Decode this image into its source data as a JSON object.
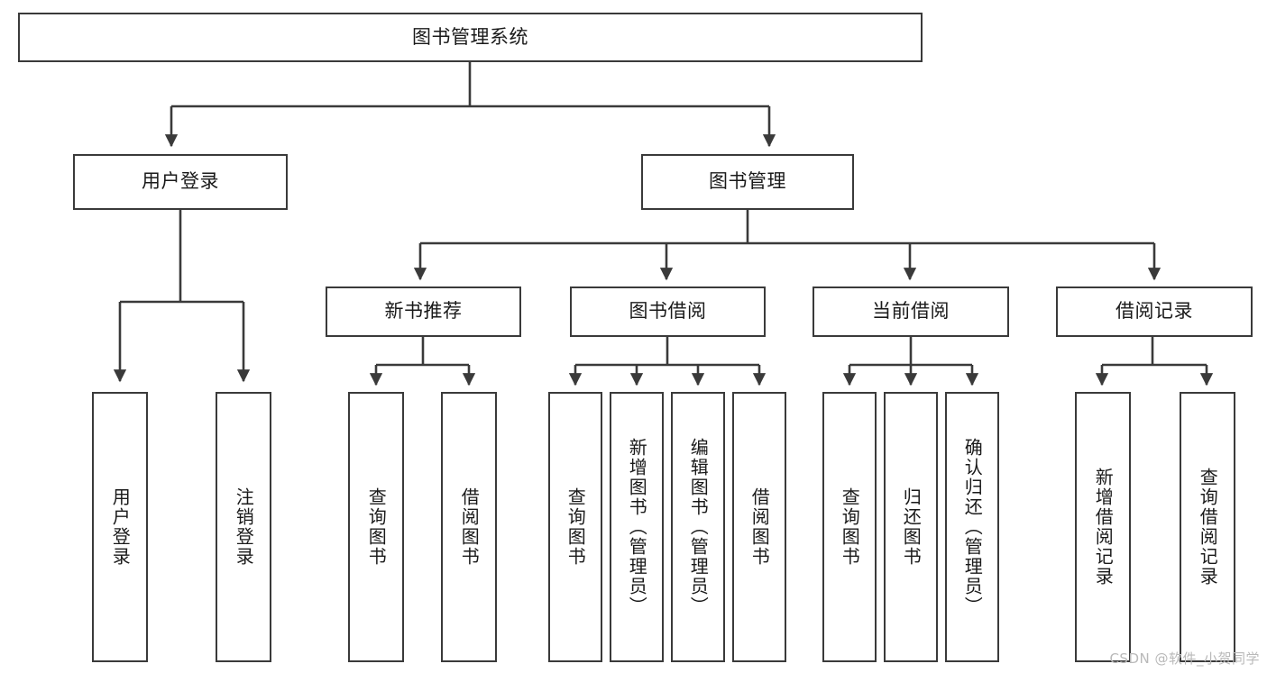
{
  "diagram": {
    "title": "图书管理系统",
    "type": "hierarchy-tree",
    "stroke_color": "#3a3a3a",
    "text_color": "#1a1a1a",
    "background_color": "#ffffff"
  },
  "nodes": {
    "root": {
      "label": "图书管理系统",
      "orientation": "horizontal"
    },
    "level2": [
      {
        "label": "用户登录",
        "orientation": "horizontal"
      },
      {
        "label": "图书管理",
        "orientation": "horizontal"
      }
    ],
    "level3": [
      {
        "label": "新书推荐",
        "orientation": "horizontal"
      },
      {
        "label": "图书借阅",
        "orientation": "horizontal"
      },
      {
        "label": "当前借阅",
        "orientation": "horizontal"
      },
      {
        "label": "借阅记录",
        "orientation": "horizontal"
      }
    ],
    "leaves_user_login": [
      {
        "label": "用户登录",
        "orientation": "vertical"
      },
      {
        "label": "注销登录",
        "orientation": "vertical"
      }
    ],
    "leaves_new_book": [
      {
        "label": "查询图书",
        "orientation": "vertical"
      },
      {
        "label": "借阅图书",
        "orientation": "vertical"
      }
    ],
    "leaves_borrow": [
      {
        "label": "查询图书",
        "orientation": "vertical"
      },
      {
        "label": "新增图书（管理员）",
        "orientation": "vertical"
      },
      {
        "label": "编辑图书（管理员）",
        "orientation": "vertical"
      },
      {
        "label": "借阅图书",
        "orientation": "vertical"
      }
    ],
    "leaves_current": [
      {
        "label": "查询图书",
        "orientation": "vertical"
      },
      {
        "label": "归还图书",
        "orientation": "vertical"
      },
      {
        "label": "确认归还（管理员）",
        "orientation": "vertical"
      }
    ],
    "leaves_records": [
      {
        "label": "新增借阅记录",
        "orientation": "vertical"
      },
      {
        "label": "查询借阅记录",
        "orientation": "vertical"
      }
    ]
  },
  "watermark": {
    "text": "CSDN @软件_小贺同学"
  }
}
